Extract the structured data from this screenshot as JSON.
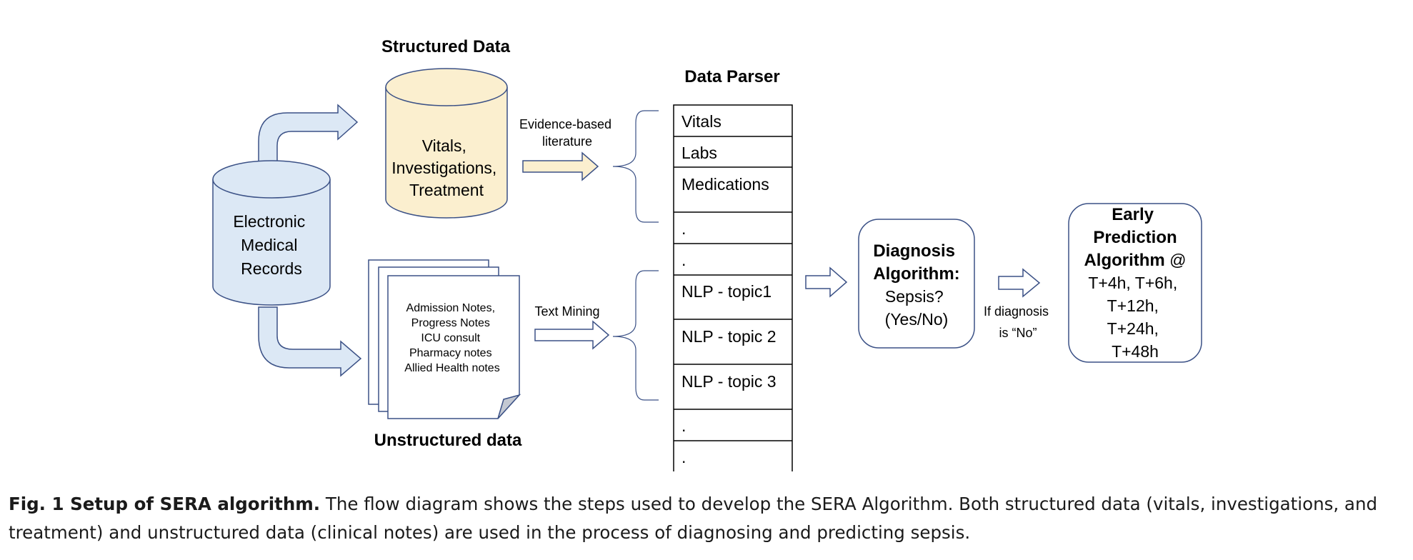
{
  "figure": {
    "structured_title": "Structured Data",
    "structured_db_lines": [
      "Vitals,",
      "Investigations,",
      "Treatment"
    ],
    "emr_lines": [
      "Electronic",
      "Medical",
      "Records"
    ],
    "notes_lines": [
      "Admission Notes,",
      "Progress Notes",
      "ICU consult",
      "Pharmacy notes",
      "Allied Health notes"
    ],
    "unstructured_title": "Unstructured data",
    "evidence_lines": [
      "Evidence-based",
      "literature"
    ],
    "text_mining": "Text Mining",
    "parser_title": "Data Parser",
    "parser_rows": [
      "Vitals",
      "Labs",
      "Medications",
      ".",
      ".",
      "NLP - topic1",
      "NLP - topic 2",
      "NLP - topic 3",
      ".",
      "."
    ],
    "diagnosis_title_lines": [
      "Diagnosis",
      "Algorithm:"
    ],
    "diagnosis_body_lines": [
      "Sepsis?",
      "(Yes/No)"
    ],
    "if_diagnosis_lines": [
      "If diagnosis",
      "is “No”"
    ],
    "early_title_lines": [
      "Early",
      "Prediction",
      "Algorithm"
    ],
    "early_at": " @",
    "early_times": [
      "T+4h, T+6h,",
      "T+12h,",
      "T+24h,",
      "T+48h"
    ]
  },
  "caption": {
    "label": "Fig. 1 Setup of SERA algorithm.",
    "text": " The flow diagram shows the steps used to develop the SERA Algorithm. Both structured data (vitals, investigations, and treatment) and unstructured data (clinical notes) are used in the process of diagnosing and predicting sepsis."
  },
  "colors": {
    "emr_fill": "#dce8f5",
    "structured_fill": "#fbefcf",
    "stroke": "#3b5186"
  }
}
